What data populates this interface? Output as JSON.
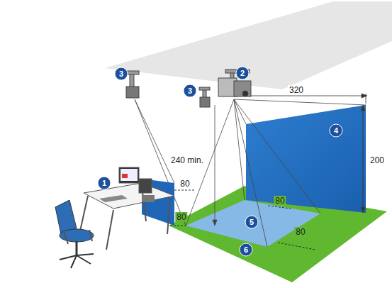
{
  "diagram": {
    "labels": [
      "3",
      "2",
      "3",
      "320",
      "4",
      "240 min.",
      "200",
      "1",
      "80",
      "80",
      "80",
      "5",
      "80",
      "6"
    ]
  }
}
